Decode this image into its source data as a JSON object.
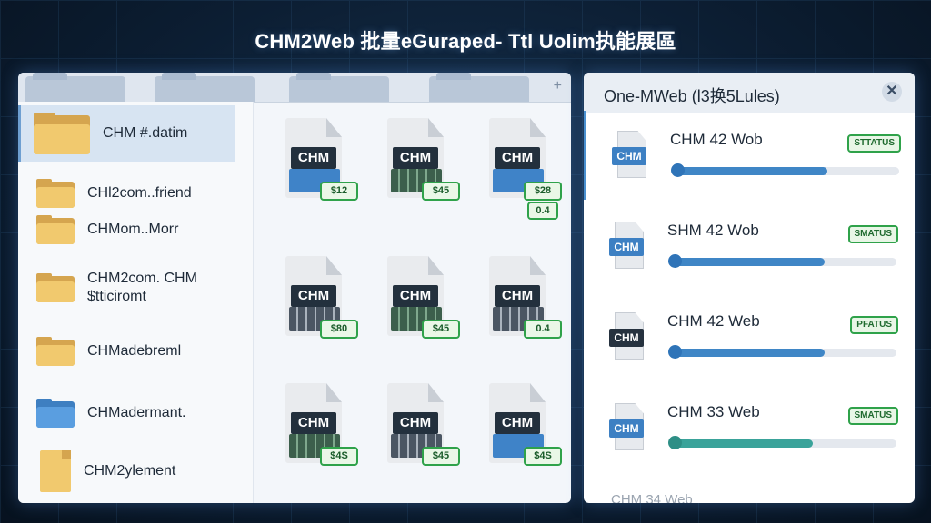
{
  "title": "CHM2Web 批量eGuraped- Ttl Uolim执能展區",
  "left_panel": {
    "plus": "+",
    "sidebar": [
      {
        "label": "CHM #.datim",
        "icon": "folder-icon",
        "active": true
      },
      {
        "label": "CHl2com..friend",
        "icon": "folder-icon"
      },
      {
        "label": "CHMom..Morr",
        "icon": "folder-icon"
      },
      {
        "label": "CHM2com. CHM\n$tticiromt",
        "icon": "folder-icon"
      },
      {
        "label": "CHMadebreml",
        "icon": "folder-icon"
      },
      {
        "label": "CHMadermant.",
        "icon": "folder-blue-icon"
      },
      {
        "label": "CHM2ylement",
        "icon": "document-icon"
      }
    ],
    "files": [
      {
        "tag": "CHM",
        "size": "$12",
        "extra": ""
      },
      {
        "tag": "CHM",
        "size": "$45",
        "extra": ""
      },
      {
        "tag": "CHM",
        "size": "$28",
        "extra": "0.4"
      },
      {
        "tag": "CHM",
        "size": "$80",
        "extra": ""
      },
      {
        "tag": "CHM",
        "size": "$45",
        "extra": ""
      },
      {
        "tag": "CHM",
        "size": "0.4",
        "extra": ""
      },
      {
        "tag": "CHM",
        "size": "$4S",
        "extra": ""
      },
      {
        "tag": "CHM",
        "size": "$45",
        "extra": ""
      },
      {
        "tag": "CHM",
        "size": "$4S",
        "extra": ""
      }
    ]
  },
  "right_panel": {
    "title": "One-MWeb (l3换5Lules)",
    "close": "✕",
    "conversions": [
      {
        "tag": "CHM",
        "name": "CHM 42 Wob",
        "status": "STTATUS",
        "progress": 0.68
      },
      {
        "tag": "CHM",
        "name": "SHM 42 Wob",
        "status": "SMATUS",
        "progress": 0.68
      },
      {
        "tag": "CHM",
        "name": "CHM 42 Web",
        "status": "PFATUS",
        "progress": 0.68
      },
      {
        "tag": "CHM",
        "name": "CHM 33 Web",
        "status": "SMATUS",
        "progress": 0.63
      }
    ],
    "partial_row": "CHM 34 Web"
  }
}
